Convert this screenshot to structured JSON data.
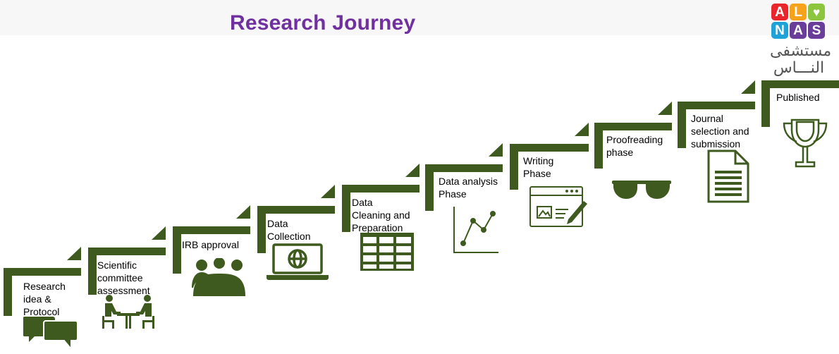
{
  "title": "Research Journey",
  "logo": {
    "tiles": [
      "A",
      "L",
      "♥",
      "N",
      "A",
      "S"
    ],
    "arabic_line1": "مستشفى",
    "arabic_line2": "النـــاس",
    "tile_colors": [
      "#e8262b",
      "#f7a21b",
      "#8cc63f",
      "#1fa2d8",
      "#6a3d9a",
      "#6a3d9a"
    ]
  },
  "steps": [
    {
      "lines": [
        "Research",
        "idea &",
        "Protocol"
      ],
      "icon": "chat-bubbles-icon"
    },
    {
      "lines": [
        "Scientific",
        "committee",
        "assessment"
      ],
      "icon": "meeting-table-icon"
    },
    {
      "lines": [
        "IRB approval"
      ],
      "icon": "group-icon"
    },
    {
      "lines": [
        "Data",
        "Collection"
      ],
      "icon": "laptop-globe-icon"
    },
    {
      "lines": [
        "Data",
        "Cleaning and",
        "Preparation"
      ],
      "icon": "table-grid-icon"
    },
    {
      "lines": [
        "Data analysis",
        "Phase"
      ],
      "icon": "line-chart-icon"
    },
    {
      "lines": [
        "Writing",
        "Phase"
      ],
      "icon": "browser-edit-icon"
    },
    {
      "lines": [
        "Proofreading",
        "phase"
      ],
      "icon": "sunglasses-icon"
    },
    {
      "lines": [
        "Journal",
        "selection and",
        "submission"
      ],
      "icon": "document-icon"
    },
    {
      "lines": [
        "Published"
      ],
      "icon": "trophy-icon"
    }
  ],
  "colors": {
    "step": "#3e5a1f",
    "icon": "#3e5a1f",
    "title": "#7030a0"
  }
}
